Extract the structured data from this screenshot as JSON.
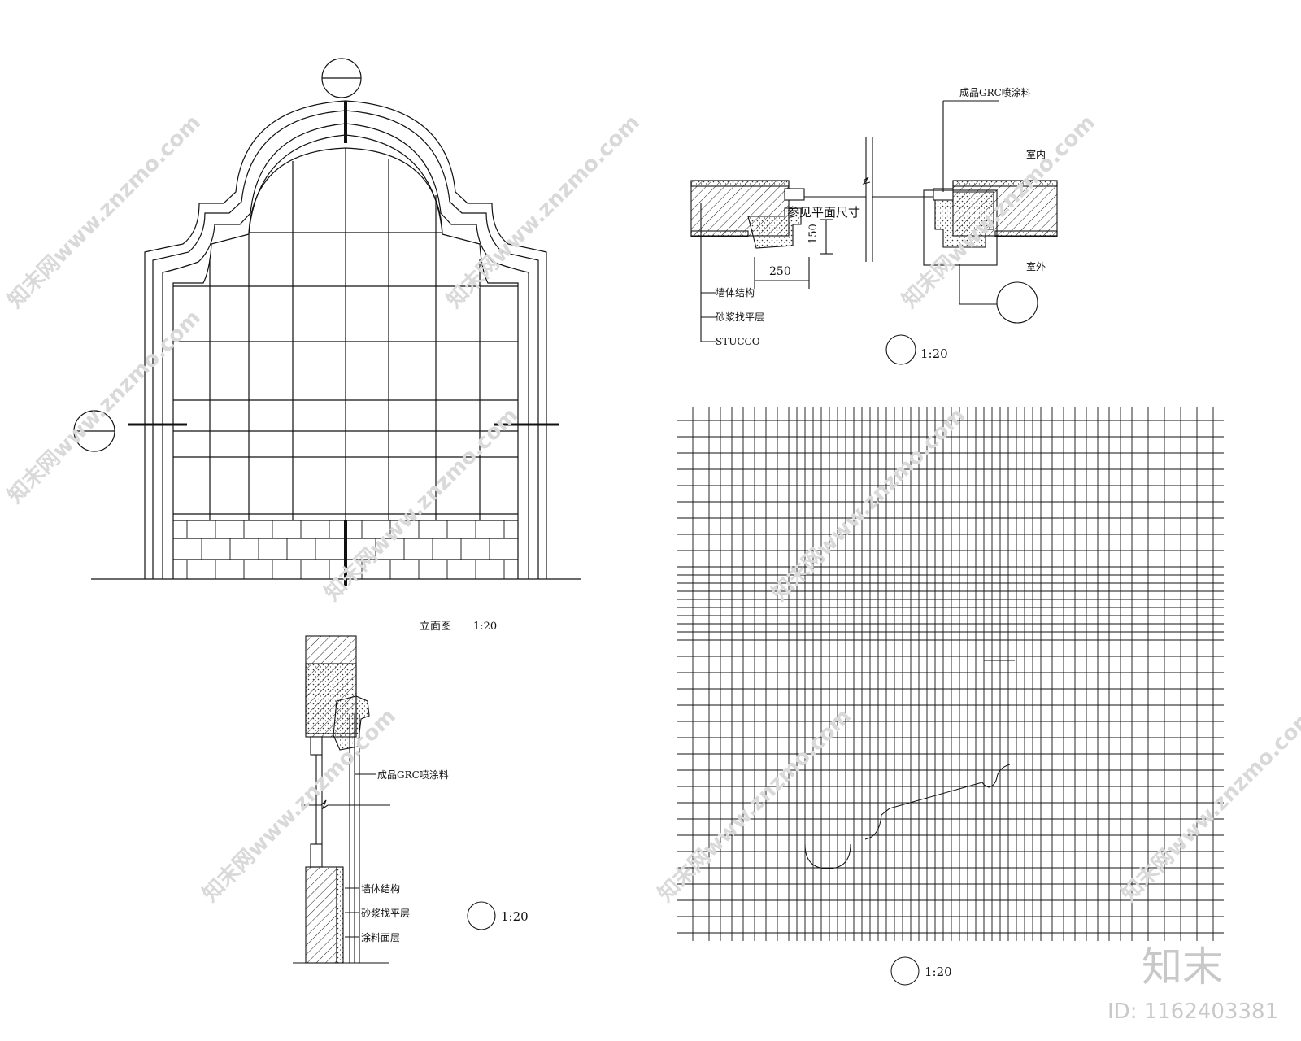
{
  "elevation": {
    "caption": "立面图",
    "scale": "1:20"
  },
  "plan_detail": {
    "top_note": "成品GRC喷涂料",
    "side_note_top": "室内",
    "side_note_bottom": "室外",
    "center_note": "参见平面尺寸",
    "dim_horizontal": "250",
    "dim_vertical": "150",
    "layers": [
      "墙体结构",
      "砂浆找平层",
      "STUCCO"
    ],
    "scale": "1:20"
  },
  "section_detail": {
    "note_top": "成品GRC喷涂料",
    "layers": [
      "墙体结构",
      "砂浆找平层",
      "涂料面层"
    ],
    "scale": "1:20"
  },
  "grid_detail": {
    "scale": "1:20"
  },
  "watermark": {
    "text": "知末网www.znzmo.com",
    "brand": "知末",
    "id": "ID: 1162403381"
  }
}
